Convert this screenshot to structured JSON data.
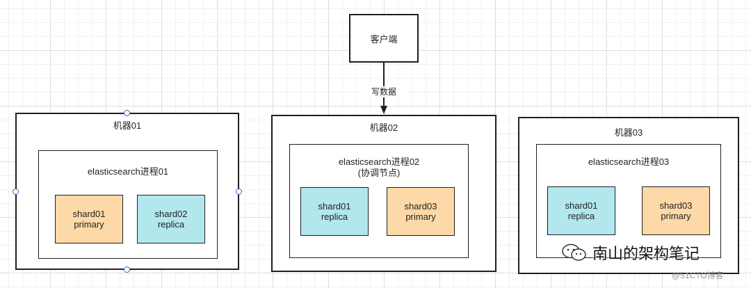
{
  "client": {
    "label": "客户端"
  },
  "arrow": {
    "label": "写数据"
  },
  "machines": [
    {
      "title": "机器01",
      "process": {
        "title": "elasticsearch进程01",
        "subtitle": ""
      },
      "shards": [
        {
          "name": "shard01",
          "role": "primary"
        },
        {
          "name": "shard02",
          "role": "replica"
        }
      ]
    },
    {
      "title": "机器02",
      "process": {
        "title": "elasticsearch进程02",
        "subtitle": "(协调节点)"
      },
      "shards": [
        {
          "name": "shard01",
          "role": "replica"
        },
        {
          "name": "shard03",
          "role": "primary"
        }
      ]
    },
    {
      "title": "机器03",
      "process": {
        "title": "elasticsearch进程03",
        "subtitle": ""
      },
      "shards": [
        {
          "name": "shard01",
          "role": "replica"
        },
        {
          "name": "shard03",
          "role": "primary"
        }
      ]
    }
  ],
  "colors": {
    "primary": "#fcd9a6",
    "replica": "#b2e7ee",
    "handle": "#2b6cd4"
  },
  "watermark": {
    "brand": "南山的架构笔记",
    "site": "@51CTO博客"
  }
}
